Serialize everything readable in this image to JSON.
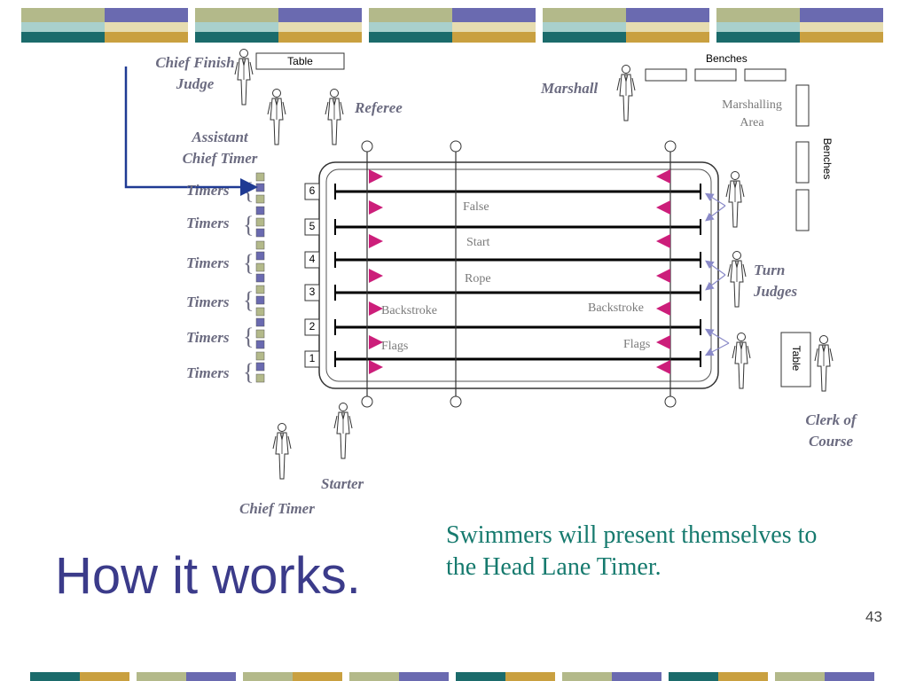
{
  "slide": {
    "title": "How it works.",
    "caption": "Swimmers will present themselves to the Head Lane Timer.",
    "page_number": "43"
  },
  "colors": {
    "title": "#3b3b8a",
    "caption": "#167a6e",
    "role_label": "#6b6b80",
    "flag": "#cc1e7a",
    "arrow_primary": "#1f3a93",
    "arrow_secondary": "#8a8ac8",
    "band_teal": "#1b6b6b",
    "band_gold": "#c9a040",
    "band_purple": "#6a6ab0",
    "band_olive": "#b3b98a"
  },
  "roles": {
    "chief_finish_judge": [
      "Chief Finish",
      "Judge"
    ],
    "referee": "Referee",
    "assistant_chief_timer": [
      "Assistant",
      "Chief Timer"
    ],
    "marshall": "Marshall",
    "turn_judges": [
      "Turn",
      "Judges"
    ],
    "clerk_of_course": [
      "Clerk of",
      "Course"
    ],
    "starter": "Starter",
    "chief_timer": "Chief Timer",
    "timers": [
      "Timers",
      "Timers",
      "Timers",
      "Timers",
      "Timers",
      "Timers"
    ]
  },
  "furniture": {
    "table_top": "Table",
    "table_right": "Table",
    "benches_top": "Benches",
    "benches_right": "Benches",
    "marshalling_area": [
      "Marshalling",
      "Area"
    ]
  },
  "pool": {
    "lanes": [
      "6",
      "5",
      "4",
      "3",
      "2",
      "1"
    ],
    "false_start_rope": [
      "False",
      "Start",
      "Rope"
    ],
    "backstroke_flags_left": [
      "Backstroke",
      "Flags"
    ],
    "backstroke_flags_right": [
      "Backstroke",
      "Flags"
    ]
  }
}
